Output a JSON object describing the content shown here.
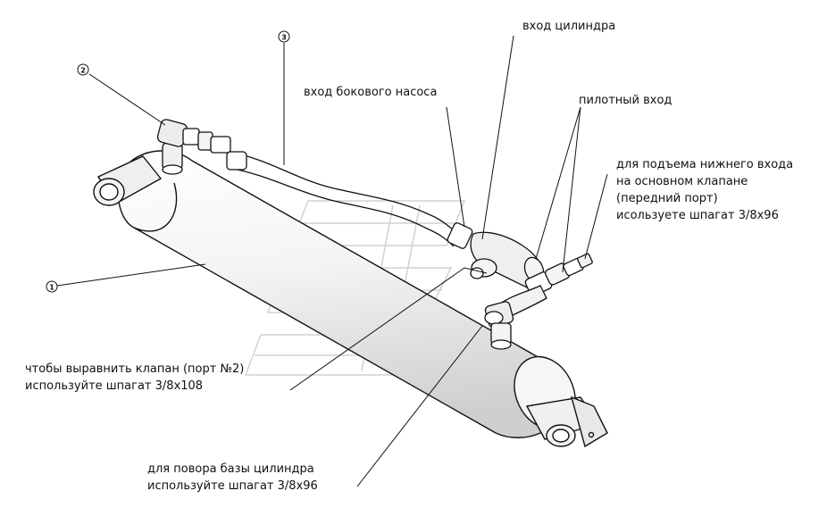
{
  "labels": {
    "cylinder_inlet": "вход цилиндра",
    "side_pump_inlet": "вход бокового насоса",
    "pilot_inlet": "пилотный вход",
    "lower_inlet_line1": "для подъема нижнего входа",
    "lower_inlet_line2": "на основном клапане",
    "lower_inlet_line3": "(передний порт)",
    "lower_inlet_line4": "исользуете шпагат 3/8х96",
    "align_valve_line1": "чтобы выравнить клапан (порт №2)",
    "align_valve_line2": "используйте шпагат 3/8х108",
    "base_rotate_line1": "для повора базы цилиндра",
    "base_rotate_line2": "используйте шпагат 3/8х96"
  },
  "callouts": {
    "c1": "1",
    "c2": "2",
    "c3": "3"
  },
  "colors": {
    "line": "#111111",
    "fill_light": "#f2f2f2",
    "fill_shade": "#dcdcdc",
    "watermark": "#d0d0d0"
  }
}
